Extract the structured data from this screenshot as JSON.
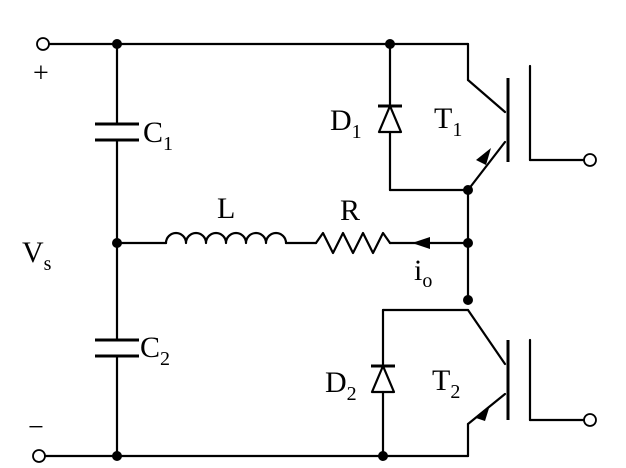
{
  "diagram": {
    "labels": {
      "plus": "+",
      "minus": "−",
      "vs": "V",
      "vs_sub": "s",
      "c1": "C",
      "c1_sub": "1",
      "c2": "C",
      "c2_sub": "2",
      "d1": "D",
      "d1_sub": "1",
      "d2": "D",
      "d2_sub": "2",
      "t1": "T",
      "t1_sub": "1",
      "t2": "T",
      "t2_sub": "2",
      "l": "L",
      "r": "R",
      "io": "i",
      "io_sub": "o"
    }
  }
}
